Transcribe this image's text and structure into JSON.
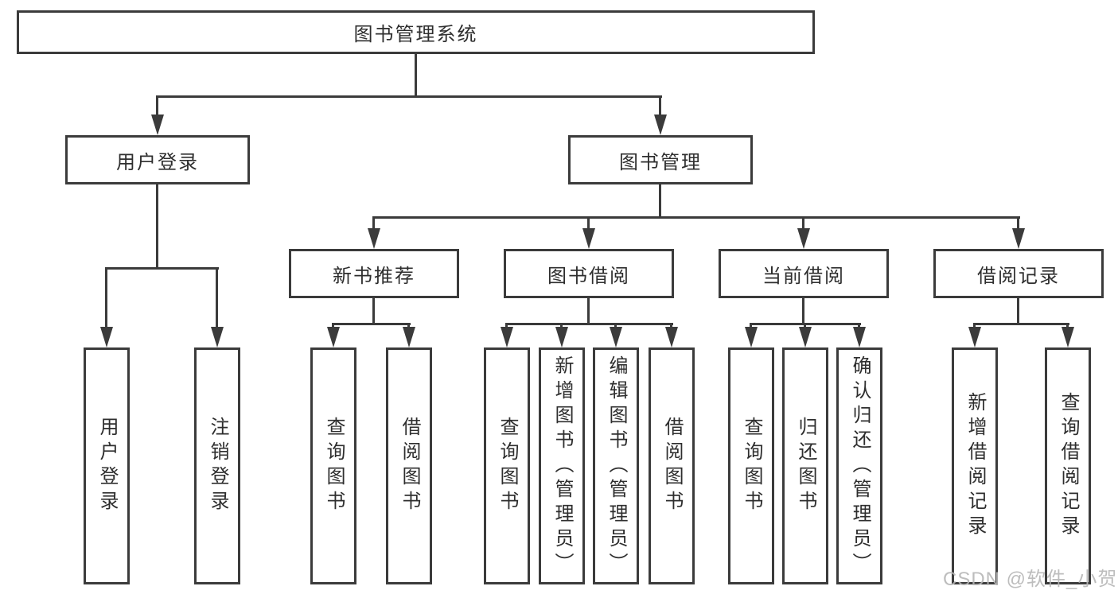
{
  "diagram": {
    "tree": {
      "label": "图书管理系统",
      "children": [
        {
          "label": "用户登录",
          "children": [
            {
              "label": "用户登录"
            },
            {
              "label": "注销登录"
            }
          ]
        },
        {
          "label": "图书管理",
          "children": [
            {
              "label": "新书推荐",
              "children": [
                {
                  "label": "查询图书"
                },
                {
                  "label": "借阅图书"
                }
              ]
            },
            {
              "label": "图书借阅",
              "children": [
                {
                  "label": "查询图书"
                },
                {
                  "label": "新增图书（管理员）"
                },
                {
                  "label": "编辑图书（管理员）"
                },
                {
                  "label": "借阅图书"
                }
              ]
            },
            {
              "label": "当前借阅",
              "children": [
                {
                  "label": "查询图书"
                },
                {
                  "label": "归还图书"
                },
                {
                  "label": "确认归还（管理员）"
                }
              ]
            },
            {
              "label": "借阅记录",
              "children": [
                {
                  "label": "新增借阅记录"
                },
                {
                  "label": "查询借阅记录"
                }
              ]
            }
          ]
        }
      ]
    },
    "watermark": "CSDN @软件_小贺同学",
    "colors": {
      "line": "#3b3b3b",
      "text": "#2e2e2e",
      "watermark": "#b6b6b6",
      "background": "#ffffff"
    }
  }
}
